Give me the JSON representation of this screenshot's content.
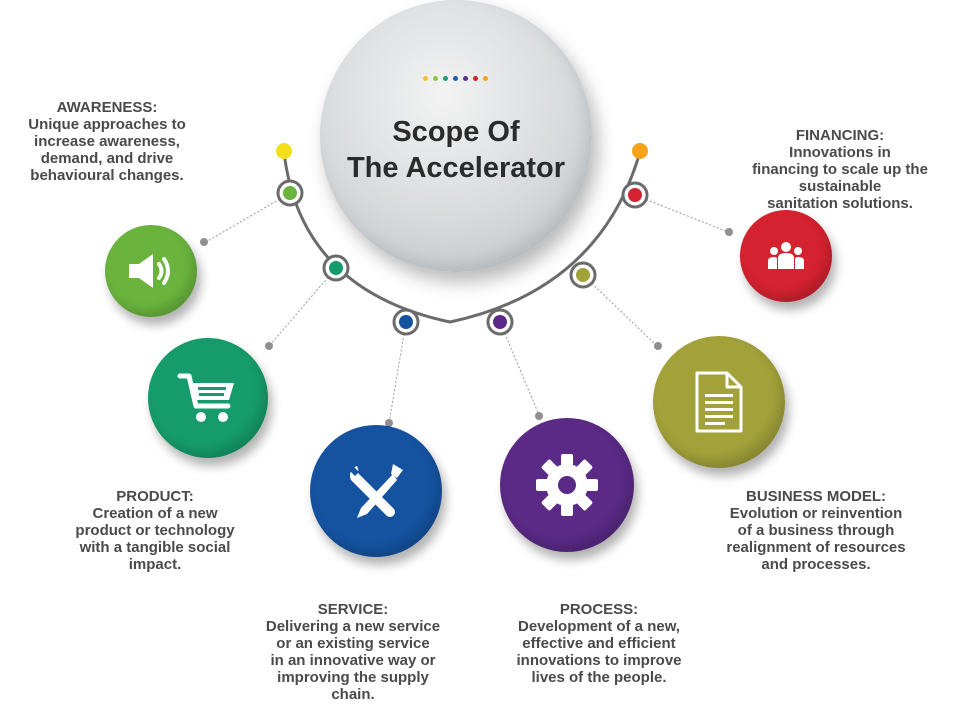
{
  "center": {
    "title_line1": "Scope Of",
    "title_line2": "The Accelerator",
    "dot_colors": [
      "#f2c12e",
      "#8cc63f",
      "#1aa37a",
      "#1f5fa8",
      "#5b2d8e",
      "#d4202c",
      "#f7a21b"
    ]
  },
  "items": [
    {
      "id": "awareness",
      "heading": "AWARENESS:",
      "description": "Unique approaches to\nincrease awareness,\ndemand, and drive\nbehavioural changes.",
      "color": "#6ab43e",
      "icon": "megaphone-icon"
    },
    {
      "id": "product",
      "heading": "PRODUCT:",
      "description": "Creation of a new\nproduct or technology\nwith a tangible social\nimpact.",
      "color": "#169c6c",
      "icon": "shopping-cart-icon"
    },
    {
      "id": "service",
      "heading": "SERVICE:",
      "description": "Delivering a new service\nor an existing service\nin an innovative way or\nimproving the supply\nchain.",
      "color": "#1553a1",
      "icon": "tools-icon"
    },
    {
      "id": "process",
      "heading": "PROCESS:",
      "description": "Development of a new,\neffective and efficient\ninnovations to improve\nlives of the people.",
      "color": "#5a2a86",
      "icon": "gear-icon"
    },
    {
      "id": "business_model",
      "heading": "BUSINESS MODEL:",
      "description": "Evolution or reinvention\nof a business through\nrealignment of resources\nand processes.",
      "color": "#a2a13a",
      "icon": "document-icon"
    },
    {
      "id": "financing",
      "heading": "FINANCING:",
      "description": "Innovations in\nfinancing to scale up the\nsustainable\nsanitation solutions.",
      "color": "#d42230",
      "icon": "people-group-icon"
    }
  ],
  "arc_end_colors": {
    "left": "#f2e01c",
    "right": "#f7a21b"
  }
}
